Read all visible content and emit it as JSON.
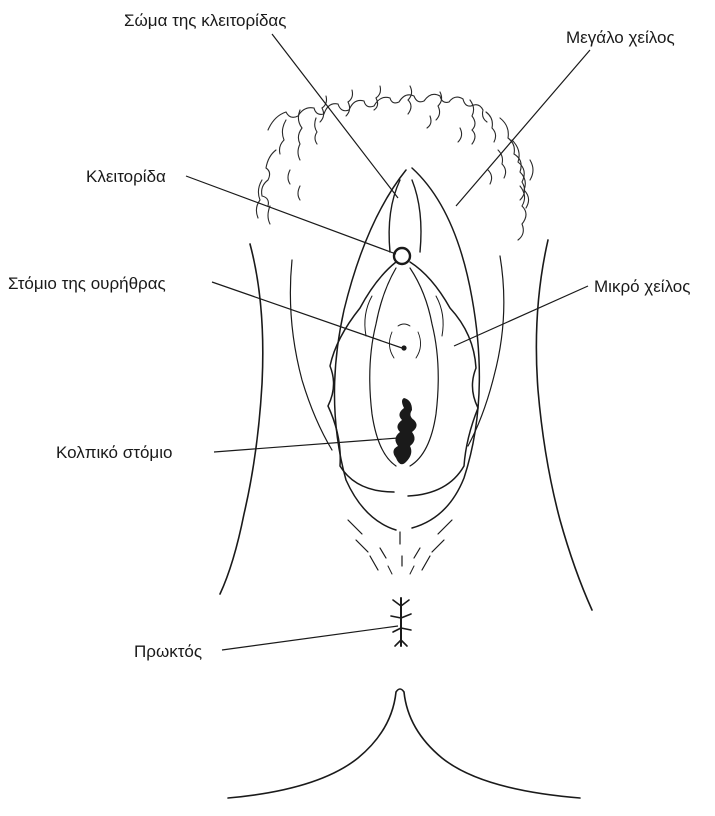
{
  "labels": {
    "clitoral_body": "Σώμα της κλειτορίδας",
    "labia_majora": "Μεγάλο χείλος",
    "clitoris": "Κλειτορίδα",
    "urethral_opening": "Στόμιο της ουρήθρας",
    "labia_minora": "Μικρό χείλος",
    "vaginal_opening": "Κολπικό στόμιο",
    "anus": "Πρωκτός"
  },
  "colors": {
    "ink": "#1a1a1a",
    "background": "#ffffff"
  }
}
